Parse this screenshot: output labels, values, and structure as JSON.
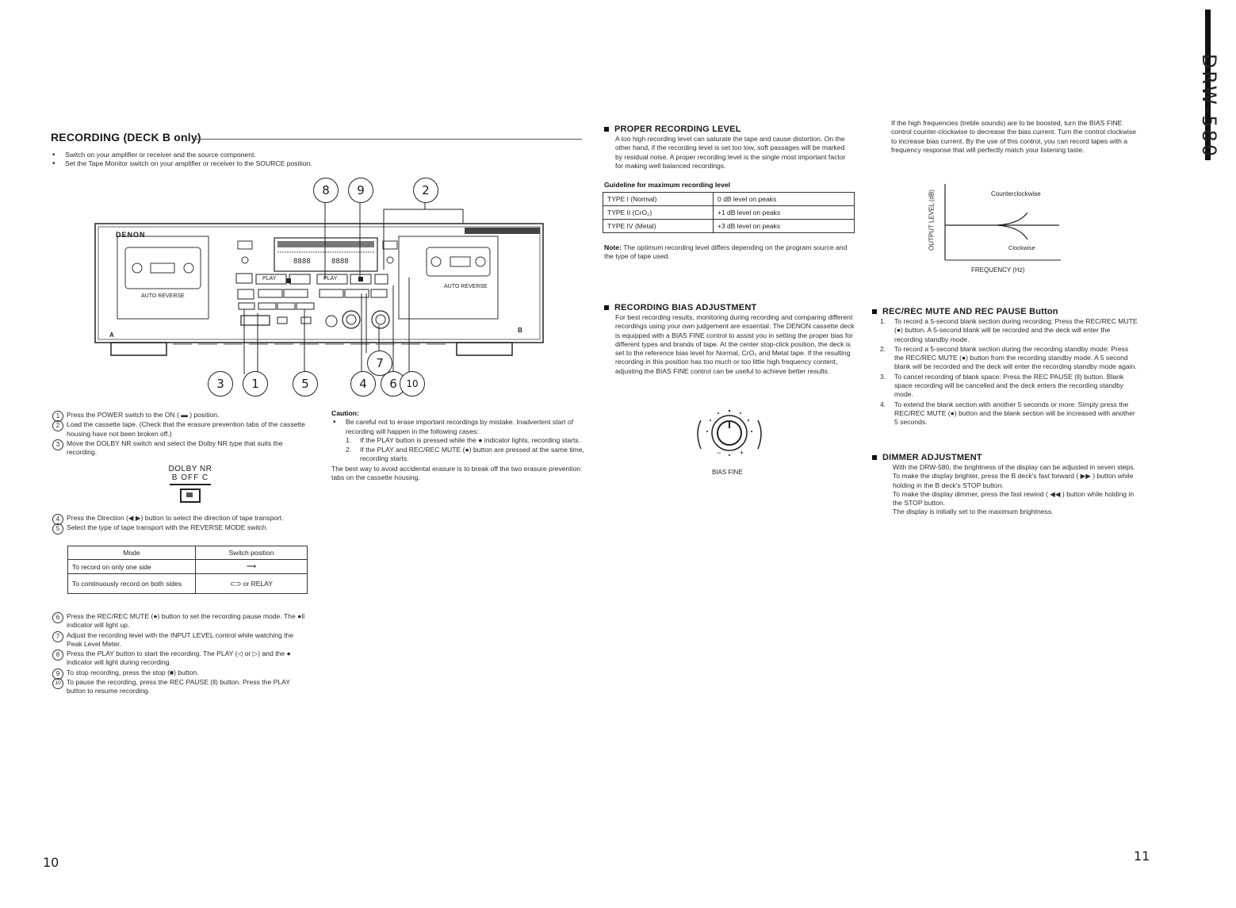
{
  "header": {
    "section_title": "RECORDING (DECK B only)",
    "model_vertical": "DRW-580",
    "page_left": "10",
    "page_right": "11"
  },
  "intro_bullets": [
    "Switch on your amplifier or receiver and the source component.",
    "Set the Tape Monitor switch on your amplifier or receiver to the SOURCE position."
  ],
  "deck_diagram": {
    "brand": "DENON",
    "a_label": "A",
    "b_label": "B",
    "auto_reverse_left": "AUTO REVERSE",
    "auto_reverse_right": "AUTO REVERSE",
    "play_label": "PLAY",
    "play_label_2": "PLAY",
    "display_digits": "8888",
    "display_digits_2": "8888",
    "callouts_top": [
      "8",
      "9",
      "2"
    ],
    "callouts_bottom": [
      "3",
      "1",
      "5",
      "4",
      "6",
      "10",
      "7"
    ]
  },
  "steps_left": [
    {
      "num": "1",
      "text": "Press the POWER switch to the ON ( ▬ ) position."
    },
    {
      "num": "2",
      "text": "Load the cassette tape. (Check that the erasure prevention tabs of the cassette housing have not been broken off.)"
    },
    {
      "num": "3",
      "text": "Move the DOLBY NR switch and select the Dolby NR type that suits the recording."
    }
  ],
  "dolby_switch": {
    "title": "DOLBY NR",
    "positions": "B OFF C"
  },
  "steps_left_2": [
    {
      "num": "4",
      "text": "Press the Direction (◀ ▶) button to select the direction of tape transport."
    },
    {
      "num": "5",
      "text": "Select the type of tape transport with the REVERSE MODE switch."
    }
  ],
  "mode_table": {
    "headers": [
      "Mode",
      "Switch position"
    ],
    "rows": [
      {
        "mode": "To record on only one side",
        "position": "⟶"
      },
      {
        "mode": "To continuously record on both sides",
        "position": "⊂⊃ or RELAY"
      }
    ]
  },
  "steps_left_3": [
    {
      "num": "6",
      "text": "Press the REC/REC MUTE (●) button to set the recording pause mode. The ●ll indicator will light up."
    },
    {
      "num": "7",
      "text": "Adjust the recording level with the INPUT LEVEL control while watching the Peak Level Meter."
    },
    {
      "num": "8",
      "text": "Press the PLAY button to start the recording. The PLAY (◁ or ▷) and the ● indicator will light during recording."
    },
    {
      "num": "9",
      "text": "To stop recording, press the stop (■) button."
    },
    {
      "num": "10",
      "text": "To pause the recording, press the REC PAUSE (ll) button. Press the PLAY button to resume recording."
    }
  ],
  "caution": {
    "title": "Caution:",
    "bullet": "Be careful not to erase important recordings by mistake. Inadvertent start of recording will happen in the following cases:",
    "items": [
      {
        "num": "1.",
        "text": "If the PLAY button is pressed while the ● indicator lights, recording starts."
      },
      {
        "num": "2.",
        "text": "If the PLAY and REC/REC MUTE (●) button are pressed at the same time, recording starts."
      }
    ],
    "footer": "The best way to avoid accidental erasure is to break off the two erasure prevention tabs on the cassette housing."
  },
  "proper_level": {
    "title": "PROPER RECORDING LEVEL",
    "body": "A too high recording level can saturate the tape and cause distortion. On the other hand, if the recording level is set too low, soft passages will be marked by residual noise. A proper recording level is the single most important factor for making well balanced recordings.",
    "guideline": "Guideline for maximum recording level",
    "table": [
      {
        "type": "TYPE I (Normal)",
        "level": "0 dB level on peaks"
      },
      {
        "type": "TYPE II (CrO₂)",
        "level": "+1 dB level on peaks"
      },
      {
        "type": "TYPE IV (Metal)",
        "level": "+3 dB level on peaks"
      }
    ],
    "note_label": "Note:",
    "note": "The optimum recording level differs depending on the program source and the type of tape used."
  },
  "bias": {
    "title": "RECORDING BIAS ADJUSTMENT",
    "body": "For best recording results, monitoring during recording and comparing different recordings using your own judgement are essential. The DENON cassette deck is equipped with a BIAS FINE control to assist you in setting the proper bias for different types and brands of tape. At the center stop-click position, the deck is set to the reference bias level for Normal, CrO₂ and Metal tape. If the resulting recording in this position has too much or too little high frequency content, adjusting the BIAS FINE control can be useful to achieve better results.",
    "knob_label": "BIAS FINE",
    "knob_minus": "−",
    "knob_plus": "+"
  },
  "right_intro": "If the high frequencies (treble sounds) are to be boosted, turn the BIAS FINE control counter-clockwise to decrease the bias current. Turn the control clockwise to increase bias current. By the use of this control, you can record tapes with a frequency response that will perfectly match your listening taste.",
  "freq_graph": {
    "ylabel": "OUTPUT LEVEL (dB)",
    "xlabel": "FREQUENCY (Hz)",
    "label_ccw": "Counterclockwise",
    "label_cw": "Clockwise"
  },
  "rec_mute": {
    "title": "REC/REC MUTE AND REC PAUSE Button",
    "items": [
      {
        "num": "1.",
        "text": "To record a 5-second blank section during recording: Press the REC/REC MUTE (●) button. A 5-second blank will be recorded and the deck will enter the recording standby mode."
      },
      {
        "num": "2.",
        "text": "To record a 5-second blank section during the recording standby mode: Press the REC/REC MUTE (●) button from the recording standby mode. A 5 second blank will be recorded and the deck will enter the recording standby mode again."
      },
      {
        "num": "3.",
        "text": "To cancel recording of blank space: Press the REC PAUSE (ll) button. Blank space recording will be cancelled and the deck enters the recording standby mode."
      },
      {
        "num": "4.",
        "text": "To extend the blank section with another 5 seconds or more: Simply press the REC/REC MUTE (●) button and the blank section will be increased with another 5 seconds."
      }
    ]
  },
  "dimmer": {
    "title": "DIMMER ADJUSTMENT",
    "body": [
      "With the DRW-580, the brightness of the display can be adjusted in seven steps.",
      "To make the display brighter, press the B deck's fast forward ( ▶▶ ) button while holding in the B deck's STOP button.",
      "To make the display dimmer, press the fast rewind ( ◀◀ ) button while holding in the STOP button.",
      "The display is initially set to the maximum brightness."
    ]
  }
}
